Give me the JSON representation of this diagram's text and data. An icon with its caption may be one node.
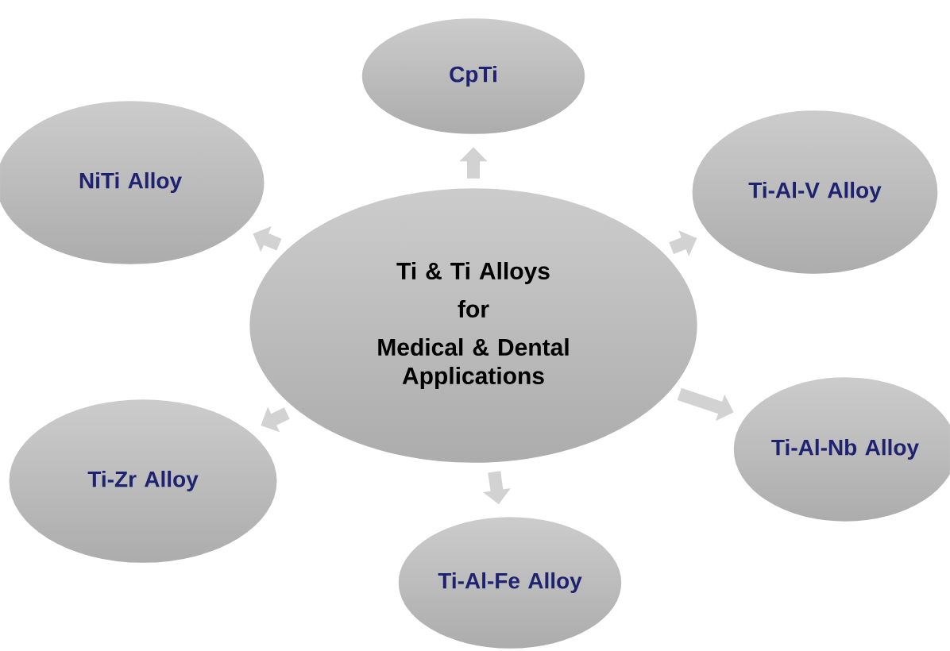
{
  "diagram": {
    "nodes": [
      {
        "text": [
          "Ti & Ti Alloys",
          "for",
          "Medical & Dental Applications"
        ]
      },
      {
        "text": [
          "CpTi"
        ]
      },
      {
        "text": [
          "NiTi Alloy"
        ]
      },
      {
        "text": [
          "Ti-Al-V Alloy"
        ]
      },
      {
        "text": [
          "Ti-Zr Alloy"
        ]
      },
      {
        "text": [
          "Ti-Al-Nb Alloy"
        ]
      },
      {
        "text": [
          "Ti-Al-Fe Alloy"
        ]
      }
    ],
    "edges": [
      {
        "from": 0,
        "to": 1,
        "arrow": "to"
      },
      {
        "from": 0,
        "to": 2,
        "arrow": "to"
      },
      {
        "from": 0,
        "to": 3,
        "arrow": "to"
      },
      {
        "from": 0,
        "to": 4,
        "arrow": "to"
      },
      {
        "from": 0,
        "to": 5,
        "arrow": "to"
      },
      {
        "from": 0,
        "to": 6,
        "arrow": "to"
      }
    ]
  }
}
